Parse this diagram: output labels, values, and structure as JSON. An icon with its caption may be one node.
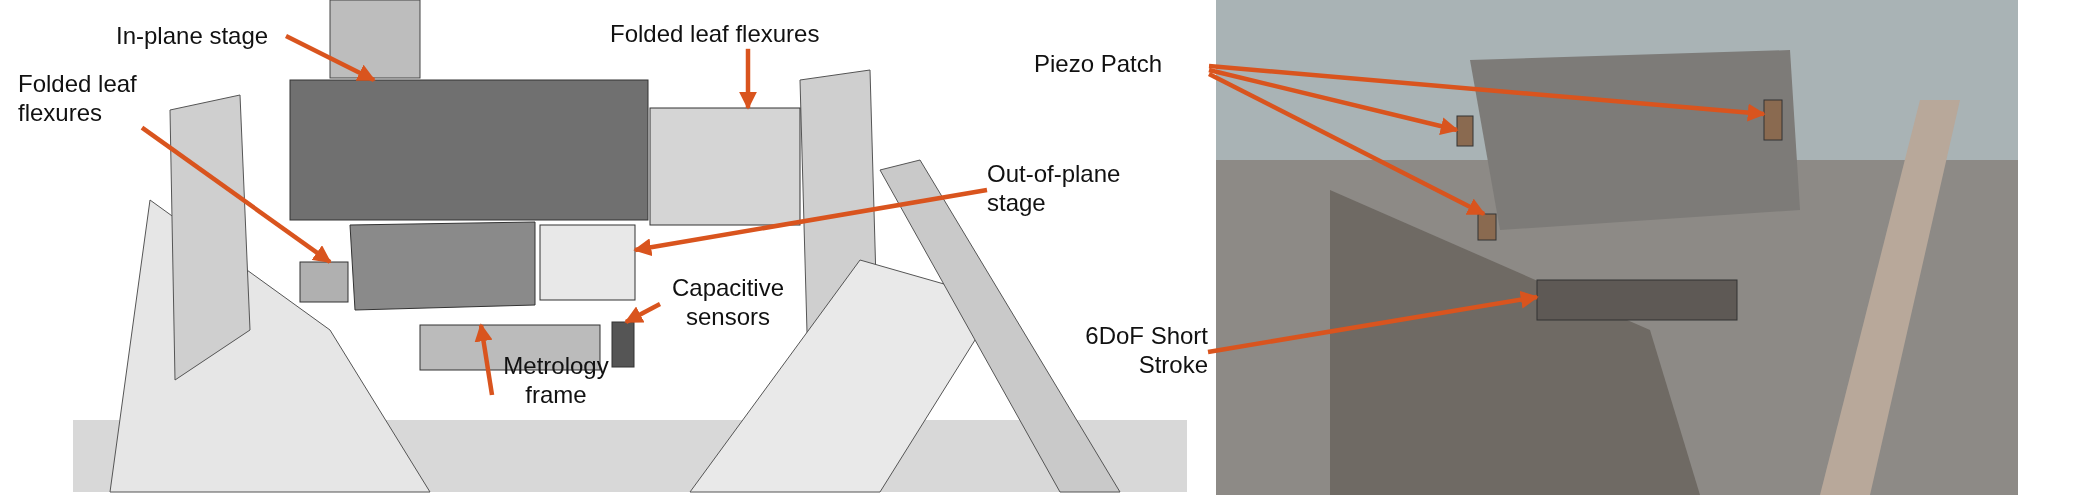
{
  "diagram": {
    "nodes": [
      {
        "text": [
          "In-plane stage"
        ]
      },
      {
        "text": [
          "Folded leaf flexures"
        ]
      },
      {
        "text": [
          "Folded leaf flexures"
        ]
      },
      {
        "text": [
          "Out-of-plane stage"
        ]
      },
      {
        "text": [
          "Capacitive sensors"
        ]
      },
      {
        "text": [
          "Metrology frame"
        ]
      },
      {
        "text": [
          "Piezo Patch"
        ]
      },
      {
        "text": [
          "6DoF Short Stroke"
        ]
      },
      {
        "text": [],
        "shape": "box"
      },
      {
        "text": [],
        "shape": "box"
      },
      {
        "text": [],
        "shape": "box"
      },
      {
        "text": [],
        "shape": "box"
      },
      {
        "text": [],
        "shape": "box"
      },
      {
        "text": [],
        "shape": "box"
      },
      {
        "text": [],
        "shape": "box"
      },
      {
        "text": [],
        "shape": "box"
      },
      {
        "text": [],
        "shape": "box"
      },
      {
        "text": [],
        "shape": "box"
      }
    ],
    "edges": [
      {
        "from": 0,
        "to": 8,
        "arrow": "to"
      },
      {
        "from": 1,
        "to": 9,
        "arrow": "to"
      },
      {
        "from": 2,
        "to": 10,
        "arrow": "to"
      },
      {
        "from": 3,
        "to": 11,
        "arrow": "to"
      },
      {
        "from": 4,
        "to": 12,
        "arrow": "to"
      },
      {
        "from": 5,
        "to": 13,
        "arrow": "to"
      },
      {
        "from": 6,
        "to": 14,
        "arrow": "to"
      },
      {
        "from": 6,
        "to": 15,
        "arrow": "to"
      },
      {
        "from": 6,
        "to": 16,
        "arrow": "to"
      },
      {
        "from": 7,
        "to": 17,
        "arrow": "to"
      }
    ]
  }
}
